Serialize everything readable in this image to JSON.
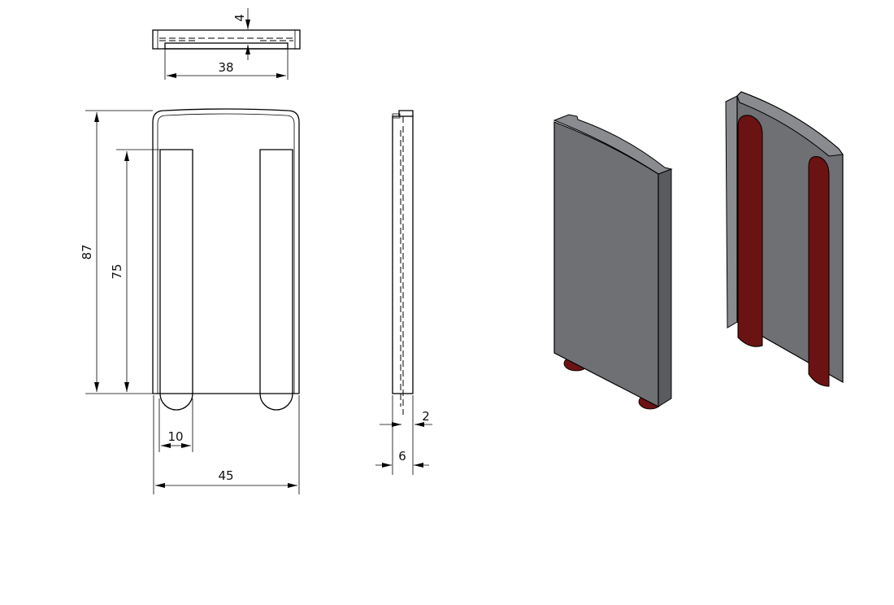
{
  "drawing": {
    "dimensions": {
      "top_thickness": "4",
      "top_width": "38",
      "height_total": "87",
      "slot_length": "75",
      "slot_width": "10",
      "width_total": "45",
      "wall_thickness": "2",
      "depth_total": "6"
    },
    "colors": {
      "body_gray": "#6f7074",
      "body_gray_dark": "#5a5b5f",
      "body_gray_light": "#8a8b8f",
      "magnet_red": "#6b1212"
    }
  }
}
